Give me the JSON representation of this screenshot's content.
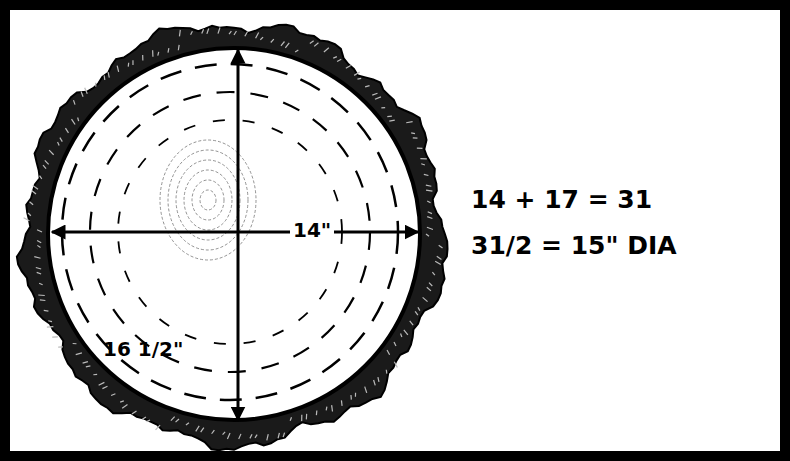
{
  "diagram": {
    "labels": [
      "14\"",
      "16 1/2\"",
      "14 + 17 = 31",
      "31/2 = 15\" DIA"
    ]
  }
}
